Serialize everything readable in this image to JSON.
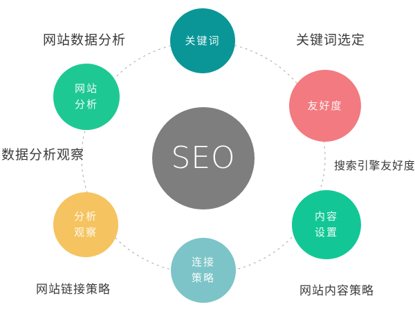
{
  "diagram": {
    "center": {
      "label": "SEO",
      "color": "#7E7E7E",
      "text_color": "#FFFFFF"
    },
    "nodes": [
      {
        "name": "keywords",
        "lines": [
          "关键词"
        ],
        "color": "#0A9697"
      },
      {
        "name": "site-analysis",
        "lines": [
          "网站",
          "分析"
        ],
        "color": "#1EC893"
      },
      {
        "name": "friendliness",
        "lines": [
          "友好度"
        ],
        "color": "#F37A80"
      },
      {
        "name": "analysis-observation",
        "lines": [
          "分析",
          "观察"
        ],
        "color": "#F5C35F"
      },
      {
        "name": "content-setup",
        "lines": [
          "内容",
          "设置"
        ],
        "color": "#12C795"
      },
      {
        "name": "link-strategy",
        "lines": [
          "连接",
          "策略"
        ],
        "color": "#7CC4C7"
      }
    ],
    "labels": [
      {
        "name": "website-data-analysis",
        "text": "网站数据分析"
      },
      {
        "name": "keyword-selection",
        "text": "关键词选定"
      },
      {
        "name": "data-analysis-observation",
        "text": "数据分析观察"
      },
      {
        "name": "search-engine-friendliness",
        "text": "搜索引擎友好度"
      },
      {
        "name": "website-link-strategy",
        "text": "网站链接策略"
      },
      {
        "name": "website-content-strategy",
        "text": "网站内容策略"
      }
    ],
    "ring_color": "#B3B3B3",
    "label_color": "#3A3A3A"
  }
}
